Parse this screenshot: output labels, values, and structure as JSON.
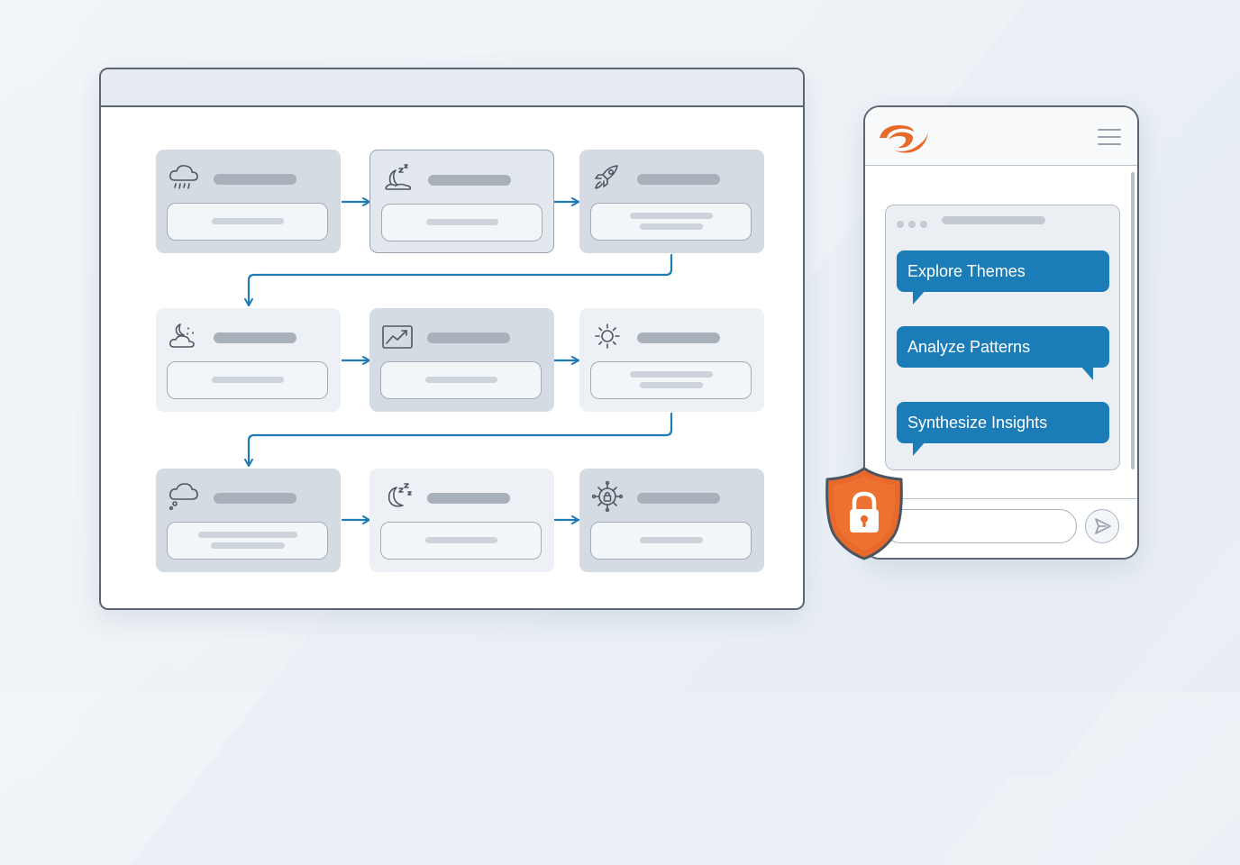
{
  "colors": {
    "accent_blue": "#1c7cb8",
    "brand_orange": "#e8692a",
    "frame_stroke": "#5c6672",
    "flow_arrow": "#1f7bb5"
  },
  "workflow": {
    "cards": [
      {
        "icon": "rain-cloud-icon",
        "tone": "dark"
      },
      {
        "icon": "moon-sleep-icon",
        "tone": "mid"
      },
      {
        "icon": "rocket-icon",
        "tone": "dark"
      },
      {
        "icon": "night-cloud-icon",
        "tone": "light"
      },
      {
        "icon": "trend-chart-icon",
        "tone": "dark"
      },
      {
        "icon": "sun-icon",
        "tone": "light"
      },
      {
        "icon": "thought-cloud-icon",
        "tone": "dark"
      },
      {
        "icon": "moon-sleep-icon",
        "tone": "light"
      },
      {
        "icon": "network-lock-icon",
        "tone": "dark"
      }
    ]
  },
  "chat": {
    "bubbles": [
      {
        "label": "Explore Themes"
      },
      {
        "label": "Analyze Patterns"
      },
      {
        "label": "Synthesize Insights"
      }
    ],
    "input_placeholder": ""
  },
  "icons": {
    "logo": "brand-swirl-logo",
    "menu": "hamburger-menu-icon",
    "send": "send-arrow-icon",
    "security": "shield-lock-icon"
  }
}
